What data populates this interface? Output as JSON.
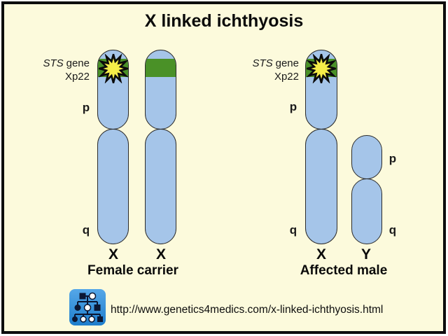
{
  "title": "X linked ichthyosis",
  "left_panel": {
    "gene_name": "STS",
    "gene_word": "gene",
    "locus": "Xp22",
    "p_label": "p",
    "q_label": "q",
    "chromosome_labels": [
      "X",
      "X"
    ],
    "caption": "Female carrier"
  },
  "right_panel": {
    "gene_name": "STS",
    "gene_word": "gene",
    "locus": "Xp22",
    "p_label_x": "p",
    "q_label_x": "q",
    "p_label_y": "p",
    "q_label_y": "q",
    "chromosome_labels": [
      "X",
      "Y"
    ],
    "caption": "Affected male"
  },
  "footer": {
    "url": "http://www.genetics4medics.com/x-linked-ichthyosis.html",
    "logo": "pedigree-logo"
  },
  "colors": {
    "background": "#FCFADC",
    "frame_border": "#0D0D0D",
    "chromosome_fill": "#A5C5E9",
    "chromosome_stroke": "#2B2B2B",
    "band_green": "#4A9127",
    "star_yellow": "#F6ED49",
    "logo_blue": "#2E8BD8",
    "text": "#111111"
  }
}
